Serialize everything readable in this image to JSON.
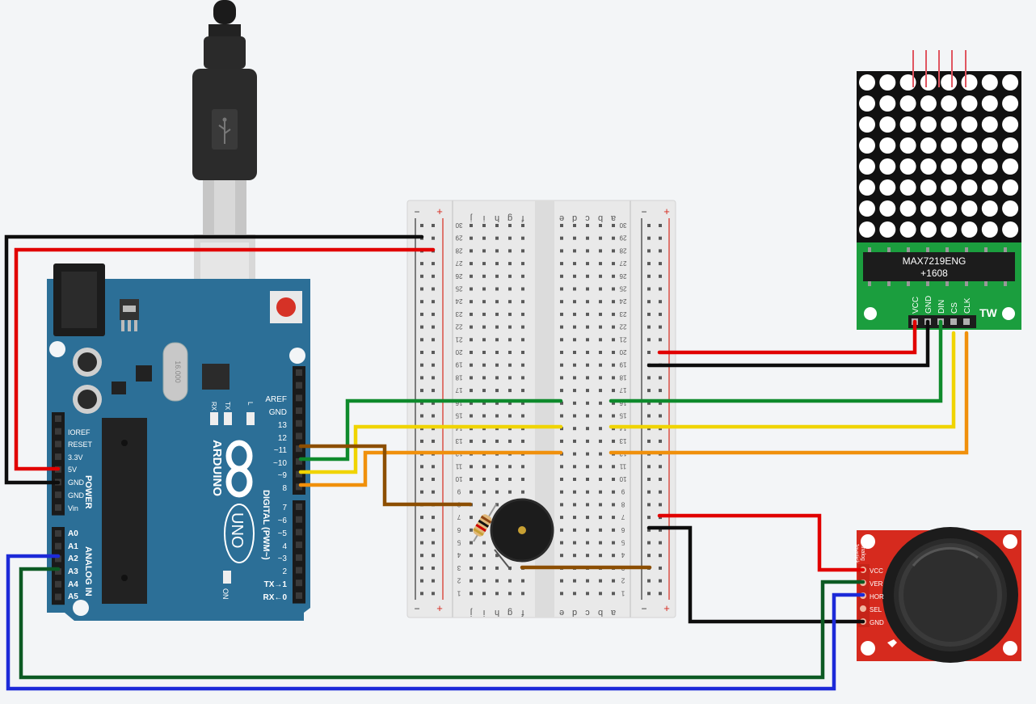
{
  "arduino": {
    "brand": "ARDUINO",
    "model": "UNO",
    "crystal": "16.000",
    "on_label": "ON",
    "tx": "TX",
    "rx": "RX",
    "l": "L",
    "power_label": "POWER",
    "analog_label": "ANALOG IN",
    "digital_label": "DIGITAL (PWM~)",
    "tx1": "TX→1",
    "rx0": "RX←0",
    "power_pins": [
      "IOREF",
      "RESET",
      "3.3V",
      "5V",
      "GND",
      "GND",
      "Vin"
    ],
    "analog_pins": [
      "A0",
      "A1",
      "A2",
      "A3",
      "A4",
      "A5"
    ],
    "digital_top": [
      "AREF",
      "GND",
      "13",
      "12",
      "~11",
      "~10",
      "~9",
      "8"
    ],
    "digital_bottom": [
      "7",
      "~6",
      "~5",
      "4",
      "~3",
      "2"
    ]
  },
  "breadboard": {
    "rail_minus": "−",
    "rail_plus": "+",
    "left_cols": [
      "f",
      "g",
      "h",
      "i",
      "j"
    ],
    "right_cols": [
      "a",
      "b",
      "c",
      "d",
      "e"
    ],
    "rows": [
      "1",
      "2",
      "3",
      "4",
      "5",
      "6",
      "7",
      "8",
      "9",
      "10",
      "11",
      "12",
      "13",
      "14",
      "15",
      "16",
      "17",
      "18",
      "19",
      "20",
      "21",
      "22",
      "23",
      "24",
      "25",
      "26",
      "27",
      "28",
      "29",
      "30"
    ]
  },
  "matrix": {
    "chip_line1": "MAX7219ENG",
    "chip_line2": "+1608",
    "pins": [
      "VCC",
      "GND",
      "DIN",
      "CS",
      "CLK"
    ],
    "logo": "TW"
  },
  "joystick": {
    "pins": [
      "VCC",
      "VER",
      "HOR",
      "SEL",
      "GND"
    ],
    "title_line1": "Analog",
    "title_line2": "Joystick"
  },
  "colors": {
    "background": "#f3f5f7",
    "arduino_board": "#2c6f97",
    "red_wire": "#e10000",
    "black_wire": "#0d0d0d",
    "green_wire": "#0e8a2c",
    "yellow_wire": "#f0d400",
    "orange_wire": "#f0900c",
    "brown_wire": "#8c4e00",
    "blue_wire": "#1c2ad8",
    "darkgreen_wire": "#0c5a23",
    "matrix_pcb": "#1b9e3e",
    "joystick_pcb": "#d62a1e"
  }
}
